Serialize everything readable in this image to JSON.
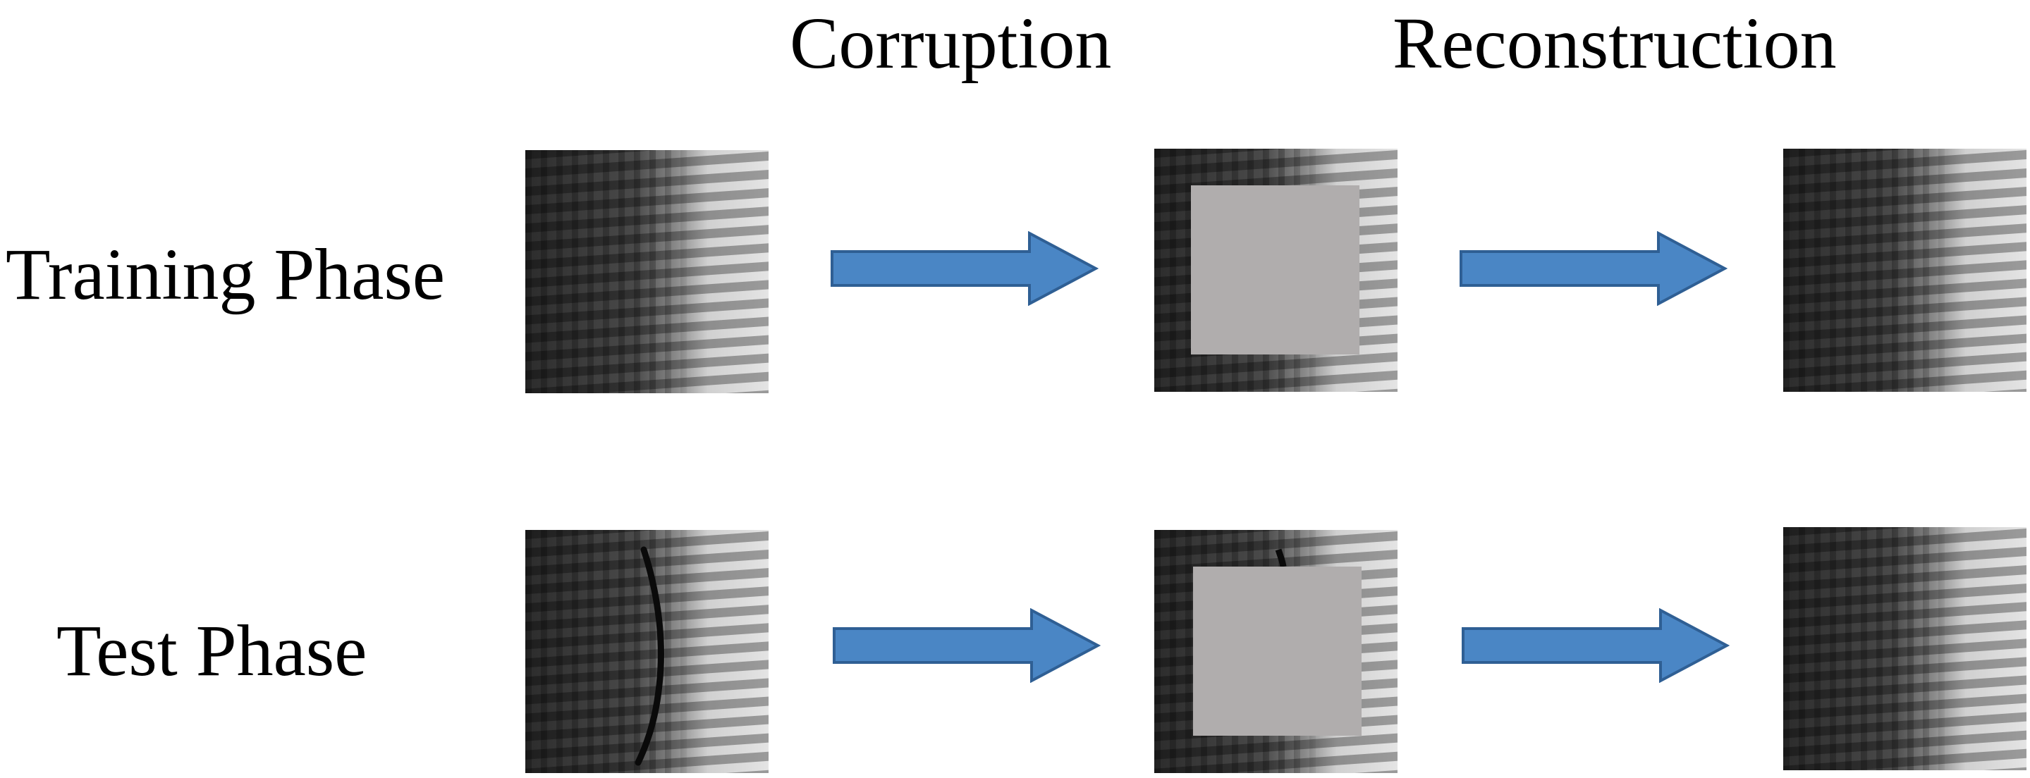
{
  "columns": {
    "corruption": "Corruption",
    "reconstruction": "Reconstruction"
  },
  "rows": {
    "training": "Training Phase",
    "test": "Test Phase"
  },
  "colors": {
    "arrow_fill": "#4a86c5",
    "arrow_stroke": "#2f5f94",
    "mask": "#b0adad"
  }
}
